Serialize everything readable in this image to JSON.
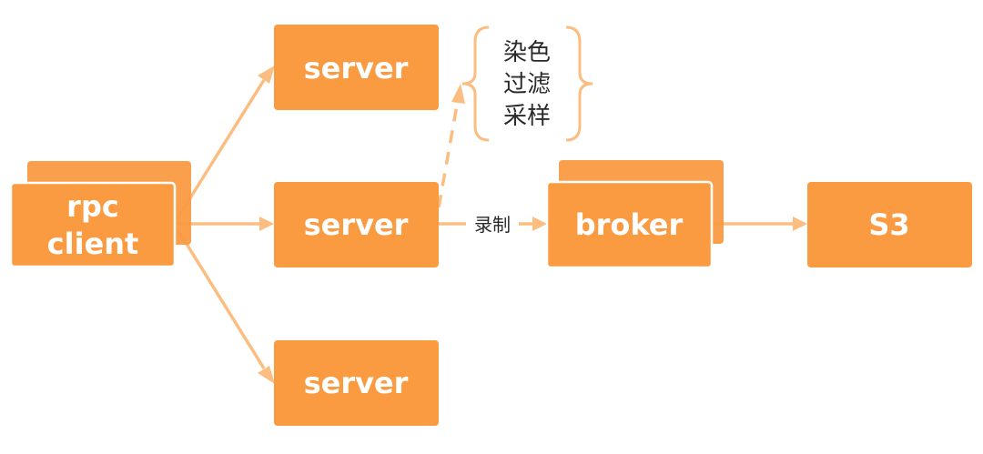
{
  "nodes": {
    "client_line1": "rpc",
    "client_line2": "client",
    "server_top": "server",
    "server_middle": "server",
    "server_bottom": "server",
    "broker": "broker",
    "storage": "S3"
  },
  "annotation": {
    "line1": "染色",
    "line2": "过滤",
    "line3": "采样"
  },
  "edges": {
    "record_label": "录制"
  },
  "colors": {
    "node_fill": "#fa9a41",
    "edge": "#fbbd80",
    "node_text": "#ffffff"
  }
}
